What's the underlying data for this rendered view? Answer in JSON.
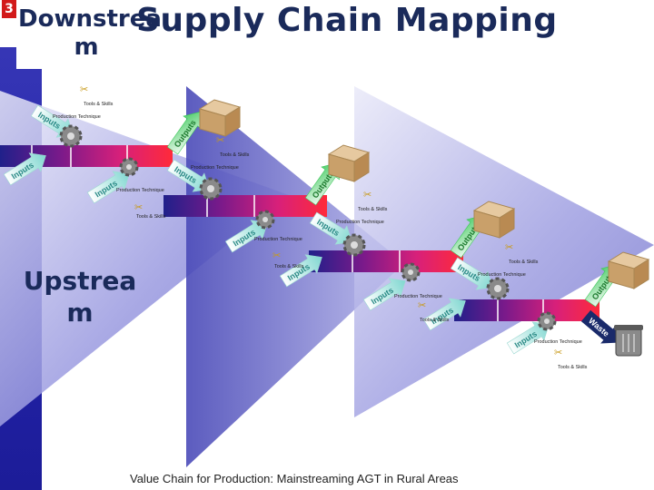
{
  "slide": {
    "number": "3"
  },
  "title": "Supply Chain Mapping",
  "labels": {
    "downstream": "Downstrea m",
    "upstream": "Upstrea m"
  },
  "caption": "Value Chain for Production: Mainstreaming AGT in Rural Areas",
  "diagram": {
    "inputs": "Inputs",
    "outputs": "Outputs",
    "waste": "Waste",
    "production_technique": "Production Technique",
    "tools_skills": "Tools & Skills"
  },
  "colors": {
    "accent": "#d21a1a",
    "title": "#1a2a5a",
    "sidebar": "#2323a8",
    "triangle": "#7a7ad0"
  }
}
